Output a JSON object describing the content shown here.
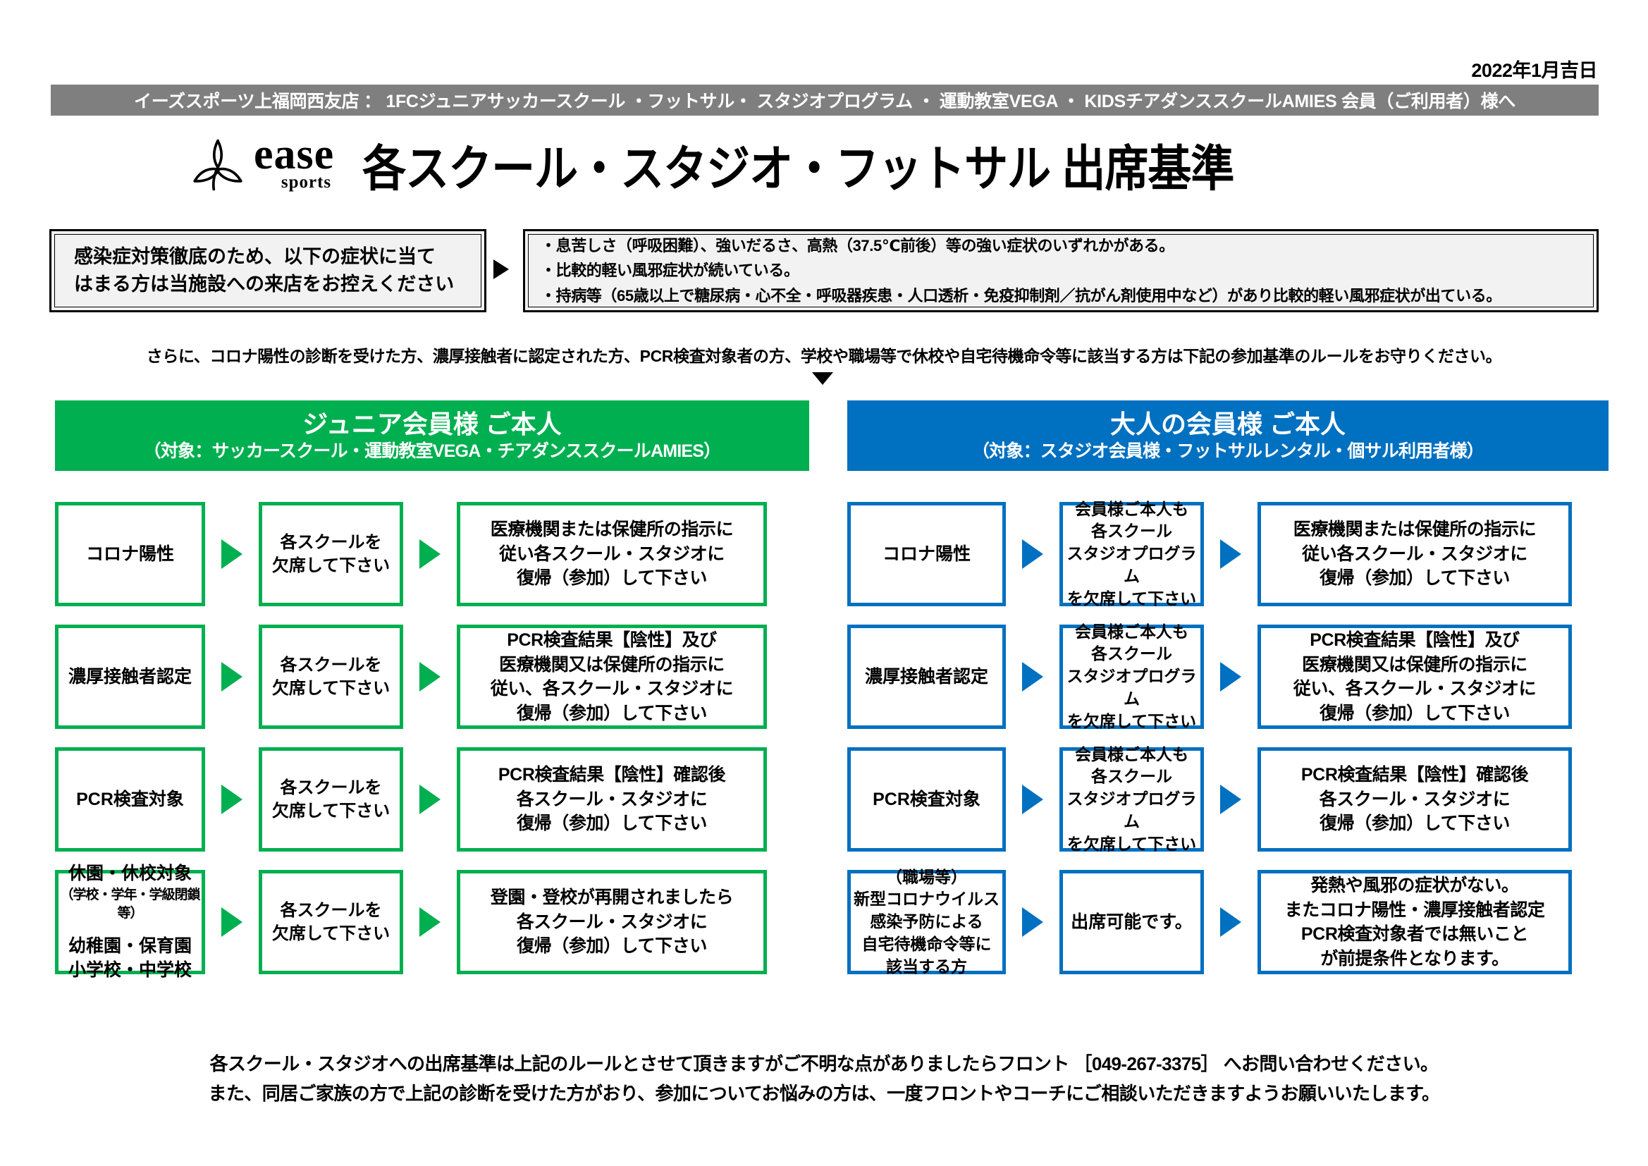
{
  "date": "2022年1月吉日",
  "header_bar": "イーズスポーツ上福岡西友店 ： 1FCジュニアサッカースクール ・フットサル・ スタジオプログラム ・ 運動教室VEGA ・ KIDSチアダンススクールAMIES  会員（ご利用者）様へ",
  "brand": {
    "name": "ease",
    "tagline": "sports",
    "logo_icon": "ease-trefoil-logo"
  },
  "title": "各スクール・スタジオ・フットサル  出席基準",
  "notice": {
    "left_line1": "感染症対策徹底のため、以下の症状に当て",
    "left_line2": "はまる方は当施設への来店をお控えください",
    "arrow_icon": "triangle-right-icon",
    "bullets": [
      "・息苦しさ（呼吸困難）、強いだるさ、高熱（37.5℃前後）等の強い症状のいずれかがある。",
      "・比較的軽い風邪症状が続いている。",
      "・持病等（65歳以上で糖尿病・心不全・呼吸器疾患・人口透析・免疫抑制剤／抗がん剤使用中など）があり比較的軽い風邪症状が出ている。"
    ]
  },
  "instruction": "さらに、コロナ陽性の診断を受けた方、濃厚接触者に認定された方、PCR検査対象者の方、学校や職場等で休校や自宅待機命令等に該当する方は下記の参加基準のルールをお守りください。",
  "down_arrow_icon": "triangle-down-icon",
  "colors": {
    "junior_green": "#00af50",
    "adult_blue": "#0070c0",
    "header_gray": "#7f7f7f",
    "notice_bg": "#f2f2f2"
  },
  "columns": [
    {
      "key": "junior",
      "header_main": "ジュニア会員様 ご本人",
      "header_sub": "（対象：サッカースクール・運動教室VEGA・チアダンススクールAMIES）",
      "accent": "#00af50",
      "rows": [
        {
          "a": "コロナ陽性",
          "a_sub": "",
          "a_sub2": "",
          "b": "各スクールを\n欠席して下さい",
          "c": "医療機関または保健所の指示に\n従い各スクール・スタジオに\n復帰（参加）して下さい"
        },
        {
          "a": "濃厚接触者認定",
          "a_sub": "",
          "a_sub2": "",
          "b": "各スクールを\n欠席して下さい",
          "c": "PCR検査結果【陰性】及び\n医療機関又は保健所の指示に\n従い、各スクール・スタジオに\n復帰（参加）して下さい"
        },
        {
          "a": "PCR検査対象",
          "a_sub": "",
          "a_sub2": "",
          "b": "各スクールを\n欠席して下さい",
          "c": "PCR検査結果【陰性】確認後\n各スクール・スタジオに\n復帰（参加）して下さい"
        },
        {
          "a": "休園・休校対象",
          "a_sub": "（学校・学年・学級閉鎖等）",
          "a_sub2": "幼稚園・保育園\n小学校・中学校",
          "b": "各スクールを\n欠席して下さい",
          "c": "登園・登校が再開されましたら\n各スクール・スタジオに\n復帰（参加）して下さい"
        }
      ]
    },
    {
      "key": "adult",
      "header_main": "大人の会員様 ご本人",
      "header_sub": "（対象：スタジオ会員様・フットサルレンタル・個サル利用者様）",
      "accent": "#0070c0",
      "rows": [
        {
          "a": "コロナ陽性",
          "a_sub": "",
          "a_sub2": "",
          "b": "会員様ご本人も\n各スクール\nスタジオプログラム\nを欠席して下さい",
          "c": "医療機関または保健所の指示に\n従い各スクール・スタジオに\n復帰（参加）して下さい"
        },
        {
          "a": "濃厚接触者認定",
          "a_sub": "",
          "a_sub2": "",
          "b": "会員様ご本人も\n各スクール\nスタジオプログラム\nを欠席して下さい",
          "c": "PCR検査結果【陰性】及び\n医療機関又は保健所の指示に\n従い、各スクール・スタジオに\n復帰（参加）して下さい"
        },
        {
          "a": "PCR検査対象",
          "a_sub": "",
          "a_sub2": "",
          "b": "会員様ご本人も\n各スクール\nスタジオプログラム\nを欠席して下さい",
          "c": "PCR検査結果【陰性】確認後\n各スクール・スタジオに\n復帰（参加）して下さい"
        },
        {
          "a": "（職場等）\n新型コロナウイルス\n感染予防による\n自宅待機命令等に\n該当する方",
          "a_sub": "",
          "a_sub2": "",
          "b": "出席可能です。",
          "c": "発熱や風邪の症状がない。\nまたコロナ陽性・濃厚接触者認定\nPCR検査対象者では無いこと\nが前提条件となります。"
        }
      ]
    }
  ],
  "footer": {
    "line1": "各スクール・スタジオへの出席基準は上記のルールとさせて頂きますがご不明な点がありましたらフロント ［049-267-3375］ へお問い合わせください。",
    "line2": "また、同居ご家族の方で上記の診断を受けた方がおり、参加についてお悩みの方は、一度フロントやコーチにご相談いただきますようお願いいたします。"
  }
}
